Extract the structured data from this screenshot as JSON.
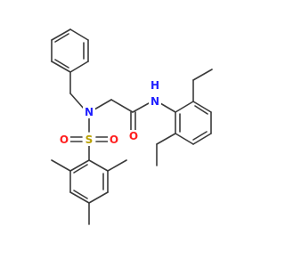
{
  "atoms": {
    "N_sulfonamide": {
      "text": "N",
      "color": "#1f1fff"
    },
    "N_amide_H": {
      "text": "H",
      "color": "#1f1fff"
    },
    "N_amide": {
      "text": "N",
      "color": "#1f1fff"
    },
    "O_carbonyl": {
      "text": "O",
      "color": "#ff1f1f"
    },
    "O_sulfonyl_left": {
      "text": "O",
      "color": "#ff1f1f"
    },
    "O_sulfonyl_right": {
      "text": "O",
      "color": "#ff1f1f"
    },
    "S_sulfonyl": {
      "text": "S",
      "color": "#b8a000"
    }
  },
  "bond_color": "#3a3a3a"
}
